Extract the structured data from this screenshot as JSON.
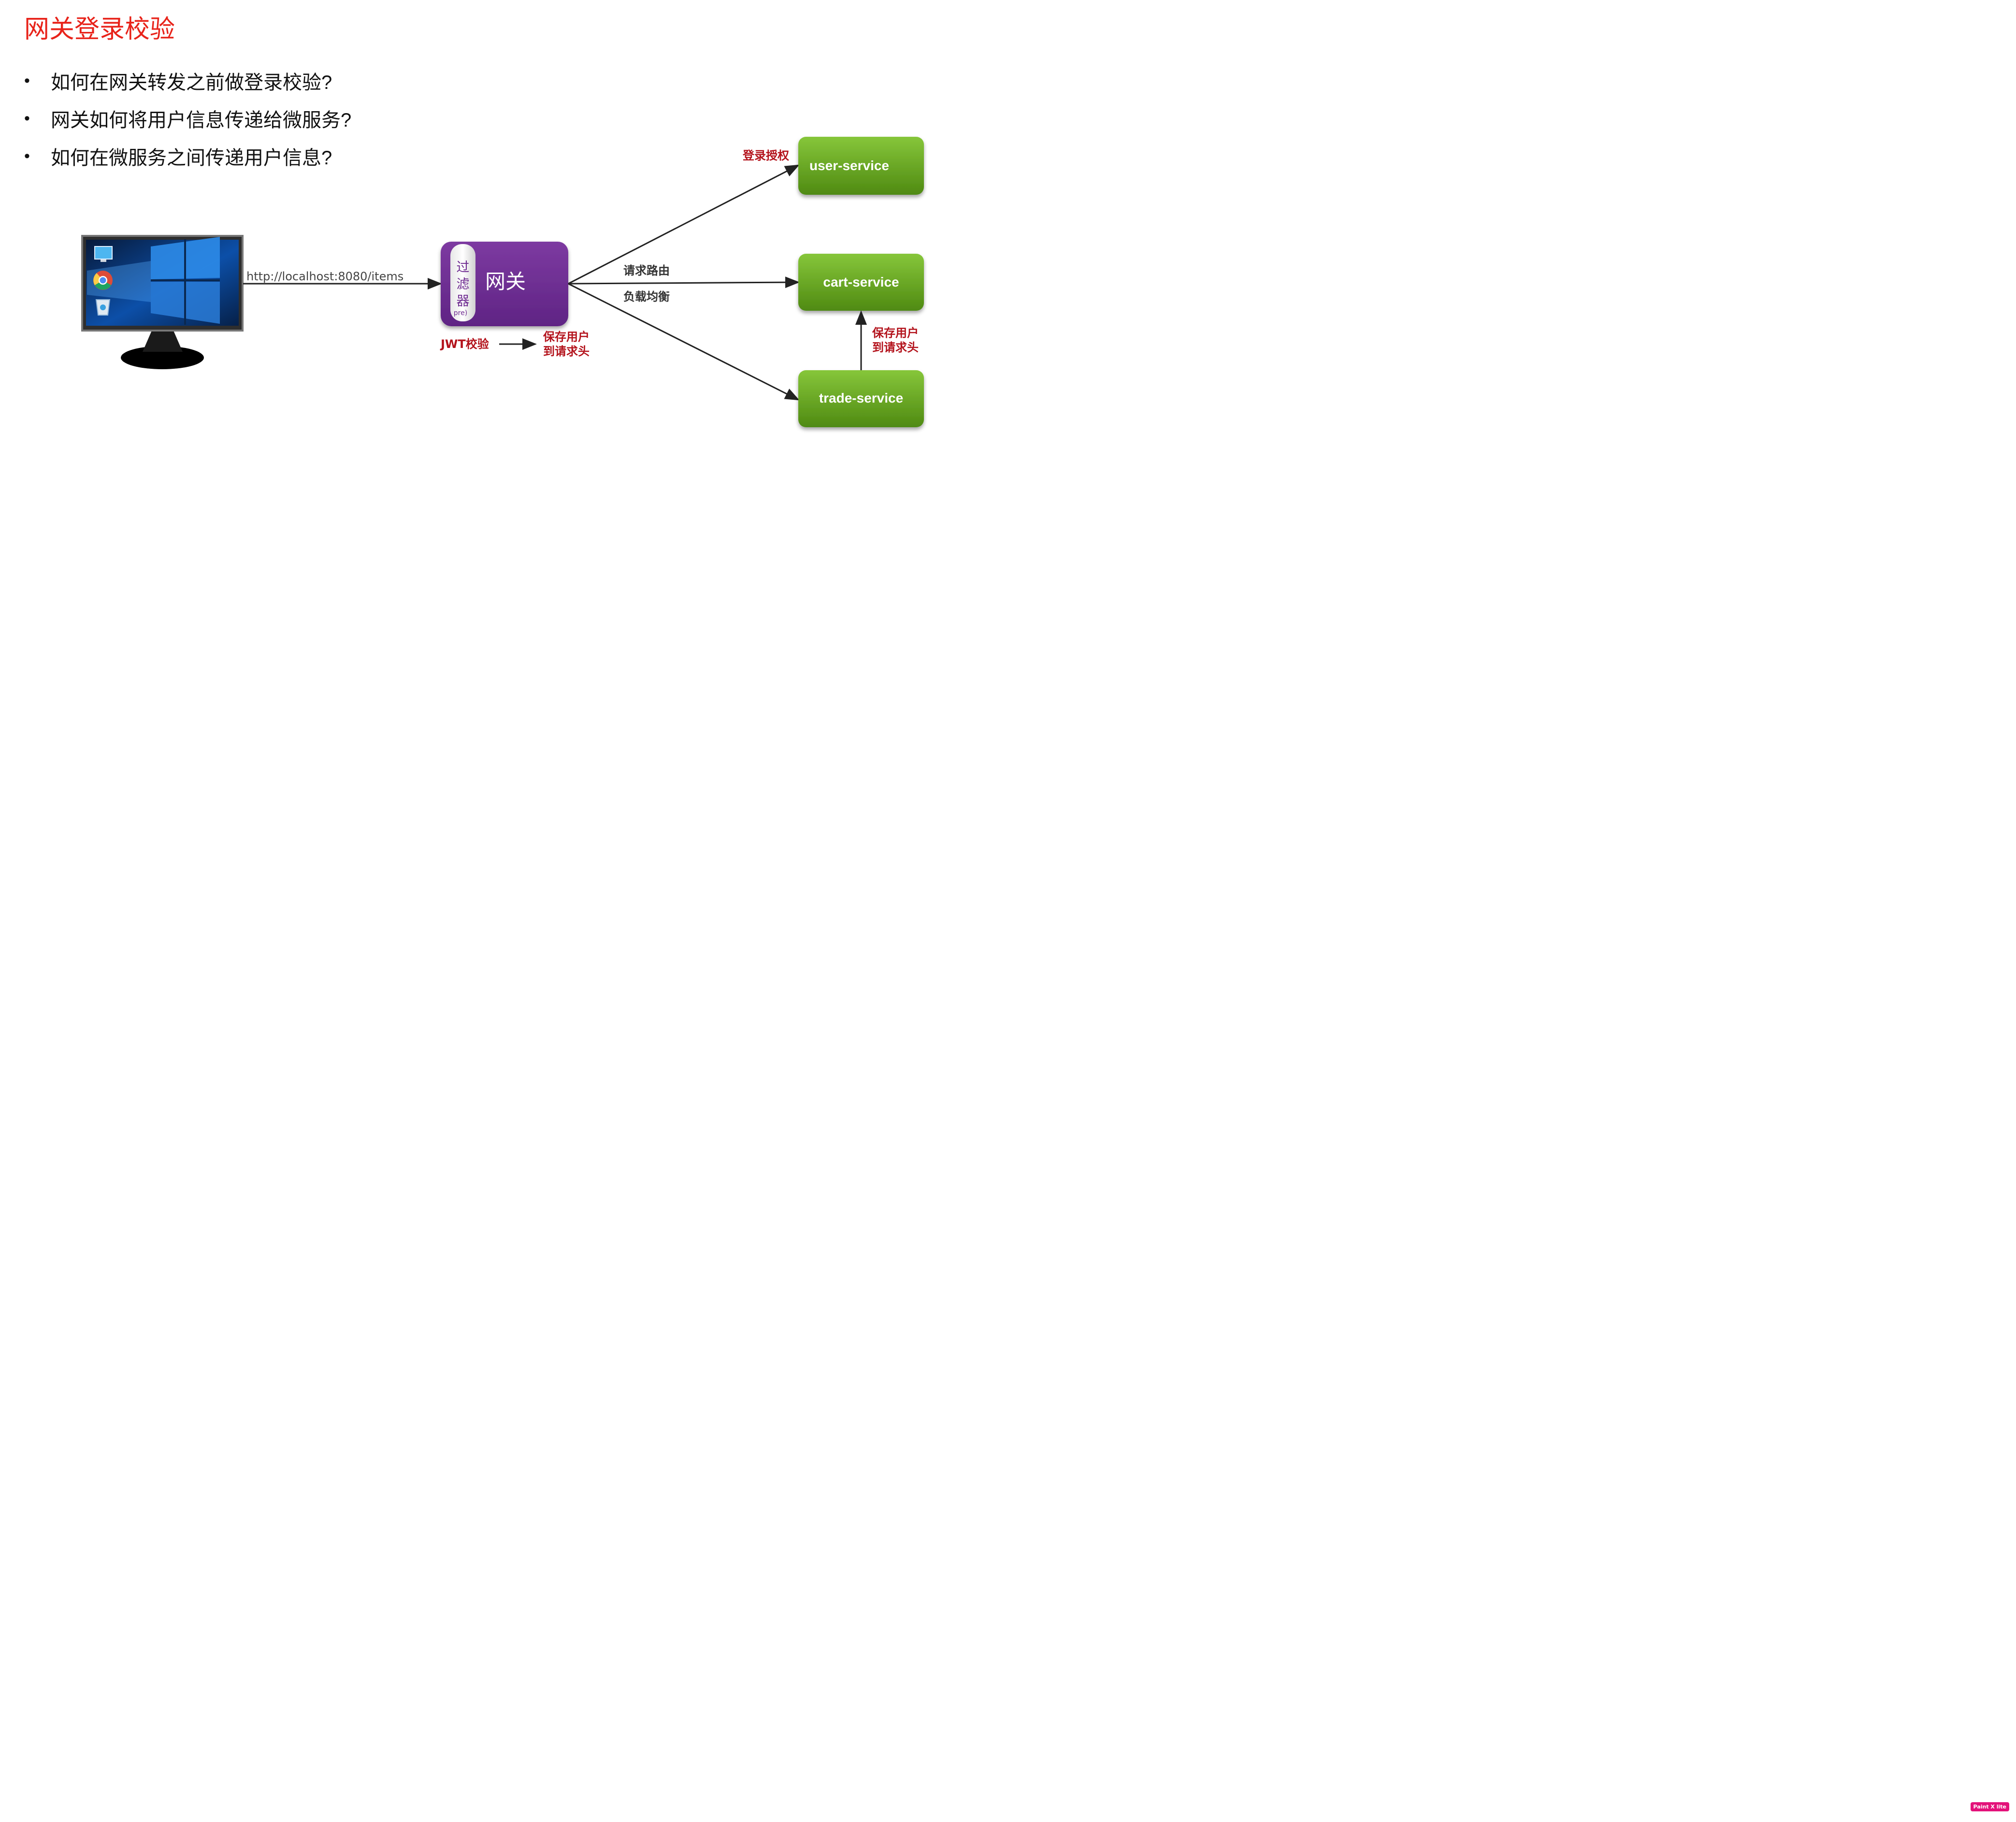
{
  "title": "网关登录校验",
  "bullets": [
    "如何在网关转发之前做登录校验?",
    "网关如何将用户信息传递给微服务?",
    "如何在微服务之间传递用户信息?"
  ],
  "diagram": {
    "url": "http://localhost:8080/items",
    "gateway": {
      "label": "网关",
      "filter_chars": [
        "过",
        "滤",
        "器"
      ],
      "filter_sub": "pre)"
    },
    "jwt_label": "JWT校验",
    "save_user_1": [
      "保存用户",
      "到请求头"
    ],
    "route_label": "请求路由",
    "lb_label": "负载均衡",
    "auth_label": "登录授权",
    "services": {
      "user": "user-service",
      "cart": "cart-service",
      "trade": "trade-service"
    },
    "save_user_2": [
      "保存用户",
      "到请求头"
    ]
  },
  "colors": {
    "title": "#e8231a",
    "gateway": "#6f2c91",
    "service": "#6da51f",
    "annotation": "#b3121b"
  },
  "icons": [
    "computer-monitor-icon",
    "desktop-shortcut-icon",
    "chrome-icon",
    "recycle-bin-icon"
  ],
  "badge": "Paint X lite"
}
